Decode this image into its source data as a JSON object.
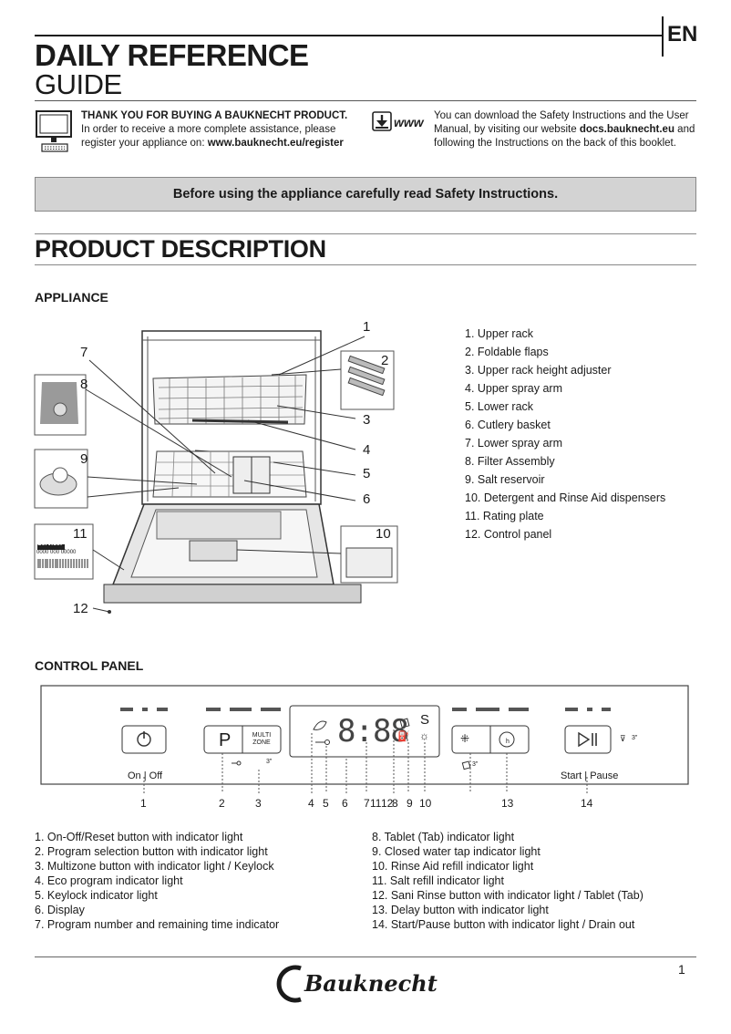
{
  "header": {
    "lang": "EN",
    "title_line1": "DAILY REFERENCE",
    "title_line2": "GUIDE"
  },
  "intro_left": {
    "bold": "THANK YOU FOR BUYING A BAUKNECHT PRODUCT.",
    "line2": "In order to receive a more complete assistance, please",
    "line3_prefix": "register your appliance on: ",
    "line3_link": "www.bauknecht.eu/register"
  },
  "intro_right": {
    "icon_text": "www",
    "line1": "You can download the Safety Instructions and the User",
    "line2_prefix": "Manual, by visiting our website ",
    "line2_link": "docs.bauknecht.eu",
    "line2_suffix": " and",
    "line3": "following the Instructions on the back of this booklet."
  },
  "banner": "Before using the appliance carefully read Safety Instructions.",
  "section_title": "PRODUCT  DESCRIPTION",
  "appliance": {
    "heading": "APPLIANCE",
    "callouts": [
      "1",
      "2",
      "3",
      "4",
      "5",
      "6",
      "7",
      "8",
      "9",
      "10",
      "11",
      "12"
    ],
    "rating_plate_label": "Service:",
    "rating_plate_number": "0000 000 00000",
    "parts": [
      "1.  Upper rack",
      "2.  Foldable flaps",
      "3.  Upper rack height adjuster",
      "4.  Upper spray arm",
      "5.  Lower rack",
      "6.  Cutlery basket",
      "7.  Lower spray arm",
      "8.  Filter Assembly",
      "9.  Salt reservoir",
      "10.  Detergent and Rinse Aid dispensers",
      "11.  Rating plate",
      "12.  Control panel"
    ]
  },
  "control_panel": {
    "heading": "CONTROL PANEL",
    "on_off_label": "On | Off",
    "program_symbol": "P",
    "multizone_line1": "MULTI",
    "multizone_line2": "ZONE",
    "keylock_time": "3\"",
    "display_digits": "8:88",
    "salt_symbol": "S",
    "start_pause_label": "Start | Pause",
    "tab_time": "3\"",
    "drain_time": "3\"",
    "delay_text": "h",
    "numbers": [
      "1",
      "2",
      "3",
      "4",
      "5",
      "6",
      "7",
      "11",
      "12",
      "8",
      "9",
      "10",
      "13",
      "14"
    ],
    "items_left": [
      "1.  On-Off/Reset button with indicator light",
      "2.  Program selection button with indicator light",
      "3.  Multizone button with indicator light / Keylock",
      "4.  Eco program indicator light",
      "5.  Keylock indicator light",
      "6.  Display",
      "7.  Program number and remaining time indicator"
    ],
    "items_right": [
      "8.  Tablet (Tab) indicator light",
      "9.  Closed water tap indicator light",
      "10.  Rinse Aid refill indicator light",
      "11.  Salt refill indicator light",
      "12.  Sani Rinse button with indicator light / Tablet (Tab)",
      "13.  Delay button with indicator light",
      "14.  Start/Pause button with indicator light / Drain out"
    ]
  },
  "footer": {
    "page_number": "1",
    "brand": "Bauknecht"
  }
}
